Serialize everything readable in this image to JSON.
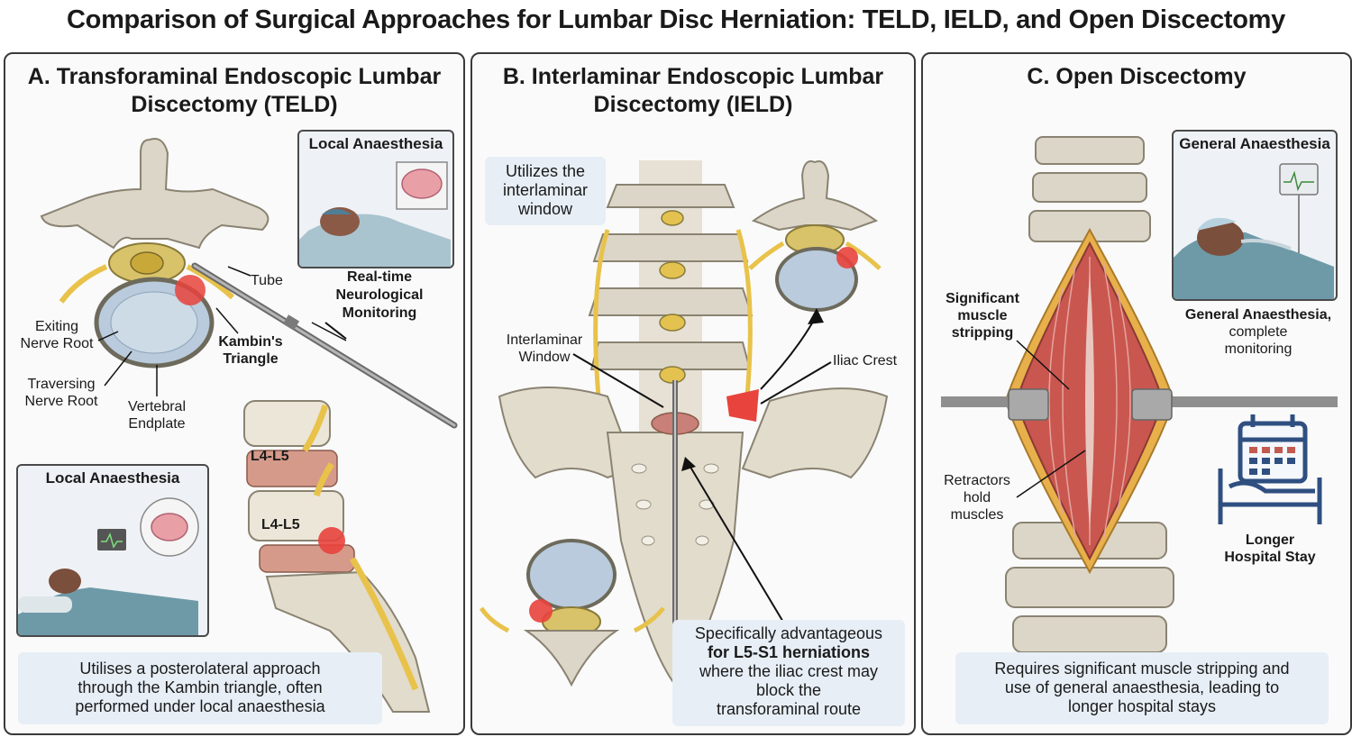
{
  "title": "Comparison of Surgical Approaches for Lumbar Disc Herniation: TELD, IELD, and Open Discectomy",
  "panel_a": {
    "title_l1": "A. Transforaminal Endoscopic Lumbar",
    "title_l2": "Discectomy (TELD)",
    "inset_top": "Local Anaesthesia",
    "monitor_l1": "Real-time",
    "monitor_l2": "Neurological",
    "monitor_l3": "Monitoring",
    "tube": "Tube",
    "exiting_l1": "Exiting",
    "exiting_l2": "Nerve Root",
    "kambin_l1": "Kambin's",
    "kambin_l2": "Triangle",
    "traversing_l1": "Traversing",
    "traversing_l2": "Nerve Root",
    "endplate_l1": "Vertebral",
    "endplate_l2": "Endplate",
    "level_1": "L4-L5",
    "level_2": "L4-L5",
    "inset_bottom": "Local Anaesthesia",
    "note_l1": "Utilises a posterolateral approach",
    "note_l2": "through the Kambin triangle, often",
    "note_l3": "performed under local anaesthesia"
  },
  "panel_b": {
    "title_l1": "B. Interlaminar Endoscopic Lumbar",
    "title_l2": "Discectomy (IELD)",
    "window_note_l1": "Utilizes the",
    "window_note_l2": "interlaminar",
    "window_note_l3": "window",
    "interlaminar_l1": "Interlaminar",
    "interlaminar_l2": "Window",
    "iliac": "Iliac Crest",
    "note_l1": "Specifically advantageous",
    "note_l2": "for L5-S1 herniations",
    "note_l3": "where the iliac crest may",
    "note_l4": "block the",
    "note_l5": "transforaminal route"
  },
  "panel_c": {
    "title": "C. Open Discectomy",
    "inset": "General Anaesthesia",
    "stripping_l1": "Significant",
    "stripping_l2": "muscle",
    "stripping_l3": "stripping",
    "ga_l1": "General Anaesthesia,",
    "ga_l2": "complete",
    "ga_l3": "monitoring",
    "retractors_l1": "Retractors",
    "retractors_l2": "hold",
    "retractors_l3": "muscles",
    "stay_l1": "Longer",
    "stay_l2": "Hospital Stay",
    "note_l1": "Requires significant muscle stripping and",
    "note_l2": "use of general anaesthesia, leading to",
    "note_l3": "longer hospital stays"
  },
  "colors": {
    "bone": "#dcd6c8",
    "nerve": "#e8c24a",
    "herniation": "#e8433c",
    "muscle": "#c9574f",
    "note_bg": "#e7eef6",
    "icon_blue": "#2f4f80"
  }
}
